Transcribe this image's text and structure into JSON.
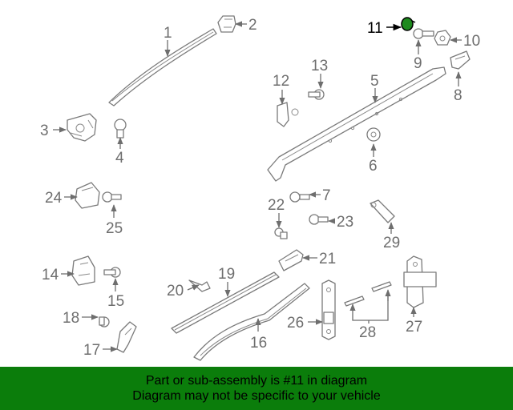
{
  "colors": {
    "banner_bg": "#0b7d0b",
    "highlight_part": "#1e8a1e",
    "line": "#7a7a7a",
    "label": "#6e6e6e"
  },
  "diagram": {
    "highlighted_callout": "11",
    "callouts": {
      "c1": "1",
      "c2": "2",
      "c3": "3",
      "c4": "4",
      "c5": "5",
      "c6": "6",
      "c7": "7",
      "c8": "8",
      "c9": "9",
      "c10": "10",
      "c11": "11",
      "c12": "12",
      "c13": "13",
      "c14": "14",
      "c15": "15",
      "c16": "16",
      "c17": "17",
      "c18": "18",
      "c19": "19",
      "c20": "20",
      "c21": "21",
      "c22": "22",
      "c23": "23",
      "c24": "24",
      "c25": "25",
      "c26": "26",
      "c27": "27",
      "c28": "28",
      "c29": "29"
    }
  },
  "banner": {
    "line1": "Part or sub-assembly is #11 in diagram",
    "line2": "Diagram may not be specific to your vehicle"
  }
}
